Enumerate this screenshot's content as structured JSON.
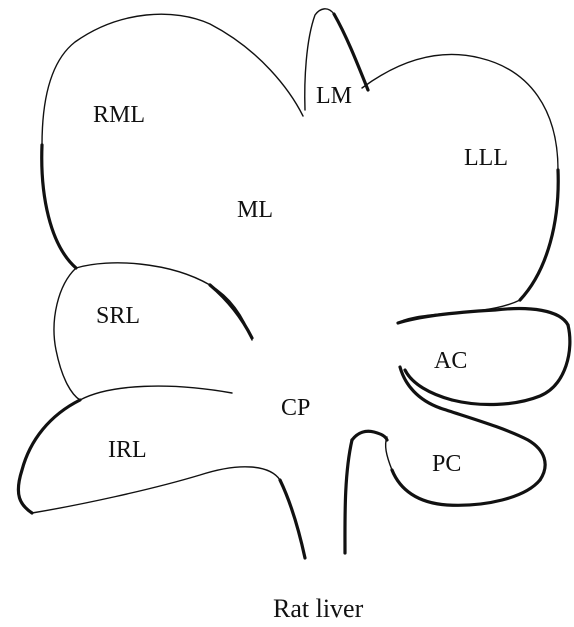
{
  "diagram": {
    "caption": "Rat liver",
    "labels": {
      "lm": "LM",
      "rml": "RML",
      "lll": "LLL",
      "ml": "ML",
      "srl": "SRL",
      "ac": "AC",
      "cp": "CP",
      "irl": "IRL",
      "pc": "PC"
    }
  }
}
